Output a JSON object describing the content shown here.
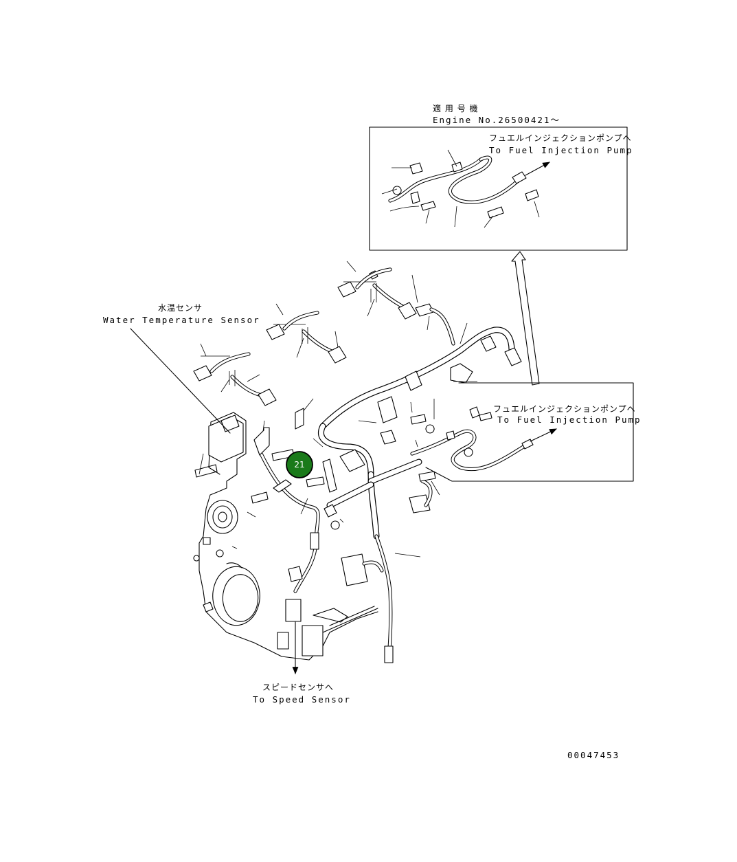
{
  "diagram": {
    "inset_header": {
      "applicable_jp": "適 用 号 機",
      "engine_no": "Engine No.26500421～"
    },
    "inset_top_label": {
      "jp": "フュエルインジェクションポンプへ",
      "en": "To Fuel Injection Pump"
    },
    "inset_right_label": {
      "jp": "フュエルインジェクションポンプへ",
      "en": "To Fuel Injection Pump"
    },
    "water_sensor_label": {
      "jp": "水温センサ",
      "en": "Water Temperature Sensor"
    },
    "speed_sensor_label": {
      "jp": "スピードセンサへ",
      "en": "To Speed Sensor"
    },
    "callout": {
      "number": "21",
      "color": "#1a7a1a"
    },
    "drawing_number": "00047453"
  }
}
